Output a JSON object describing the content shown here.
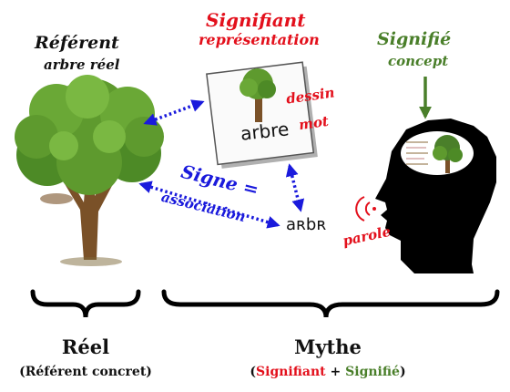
{
  "colors": {
    "red": "#e3101c",
    "blue": "#1a1adc",
    "green": "#4a7f2a",
    "black": "#111111",
    "tree_green": "#5e9a2e",
    "trunk": "#7a5128"
  },
  "referent": {
    "title": "Référent",
    "subtitle": "arbre réel"
  },
  "signifiant": {
    "title": "Signifiant",
    "subtitle": "représentation"
  },
  "signifie": {
    "title": "Signifié",
    "subtitle": "concept"
  },
  "card": {
    "word": "arbre",
    "note_dessin": "dessin",
    "note_mot": "mot"
  },
  "signe": {
    "title": "Signe =",
    "subtitle": "association"
  },
  "phonetic": "aʀbʀ",
  "parole": "parole",
  "reel": {
    "title": "Réel",
    "subtitle": "(Référent concret)"
  },
  "mythe": {
    "title": "Mythe",
    "open_paren": "(",
    "signifiant": "Signifiant",
    "plus": " + ",
    "signifie": "Signifié",
    "close_paren": ")"
  },
  "icons": [
    "tree-icon",
    "card-tree-icon",
    "head-icon",
    "sound-wave-icon",
    "brain-tree-icon",
    "curly-brace-icon"
  ]
}
